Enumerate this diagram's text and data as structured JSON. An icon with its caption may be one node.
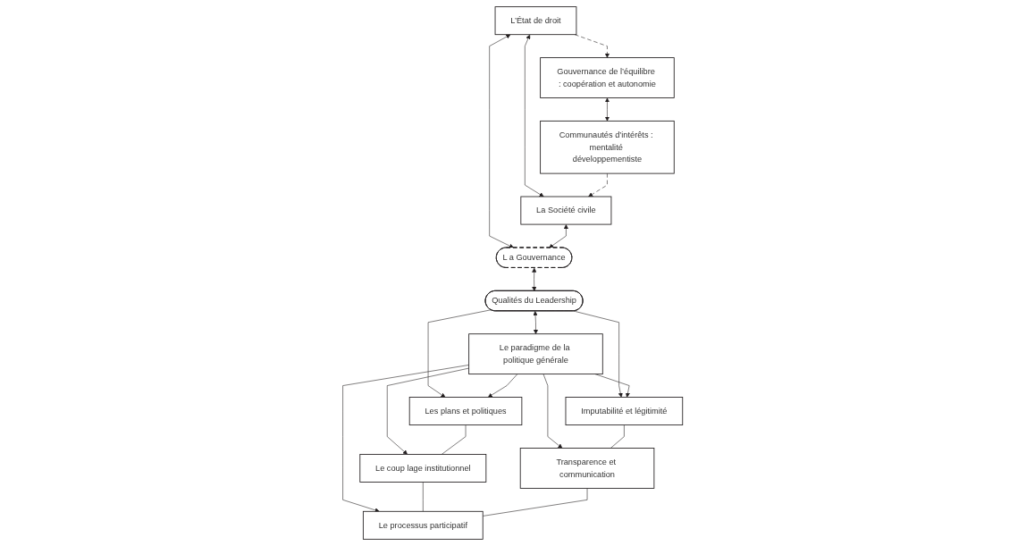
{
  "diagram": {
    "nodes": [
      {
        "text": [
          "L’État de droit"
        ]
      },
      {
        "text": [
          "La Société civile"
        ]
      },
      {
        "text": [
          "L a Gouvernance"
        ]
      },
      {
        "text": [
          "Qualités du Leadership"
        ]
      },
      {
        "text": [
          "Les plans et politiques"
        ]
      },
      {
        "text": [
          "Imputabilité et légitimité"
        ]
      },
      {
        "text": [
          "Le paradigme de la politique générale"
        ]
      },
      {
        "text": [
          "Le coup lage institutionnel"
        ]
      },
      {
        "text": [
          "Transparence et communication"
        ]
      },
      {
        "text": [
          "Le processus participatif"
        ]
      },
      {
        "text": [
          "Gouvernance de l’équilibre : coopération et autonomie"
        ]
      },
      {
        "text": [
          "Communautés d’intérêts : mentalité développementiste"
        ]
      }
    ],
    "edges": [
      {
        "from": 0,
        "to": 1,
        "arrow": "both"
      },
      {
        "from": 0,
        "to": 2,
        "arrow": "both"
      },
      {
        "from": 1,
        "to": 2,
        "arrow": "both"
      },
      {
        "from": 2,
        "to": 3,
        "arrow": "both"
      },
      {
        "from": 3,
        "to": 4,
        "arrow": "to"
      },
      {
        "from": 3,
        "to": 5,
        "arrow": "to"
      },
      {
        "from": 3,
        "to": 6,
        "arrow": "both"
      },
      {
        "from": 6,
        "to": 4,
        "arrow": "to"
      },
      {
        "from": 6,
        "to": 5,
        "arrow": "to"
      },
      {
        "from": 6,
        "to": 7,
        "arrow": "to"
      },
      {
        "from": 6,
        "to": 8,
        "arrow": "to"
      },
      {
        "from": 6,
        "to": 9,
        "arrow": "to"
      },
      {
        "from": 4,
        "to": 7,
        "arrow": "none"
      },
      {
        "from": 5,
        "to": 8,
        "arrow": "none"
      },
      {
        "from": 7,
        "to": 9,
        "arrow": "none"
      },
      {
        "from": 8,
        "to": 9,
        "arrow": "none"
      },
      {
        "from": 0,
        "to": 10,
        "arrow": "to",
        "style": "dashed"
      },
      {
        "from": 11,
        "to": 1,
        "arrow": "to",
        "style": "dashed"
      },
      {
        "from": 10,
        "to": 11,
        "arrow": "both"
      }
    ]
  }
}
